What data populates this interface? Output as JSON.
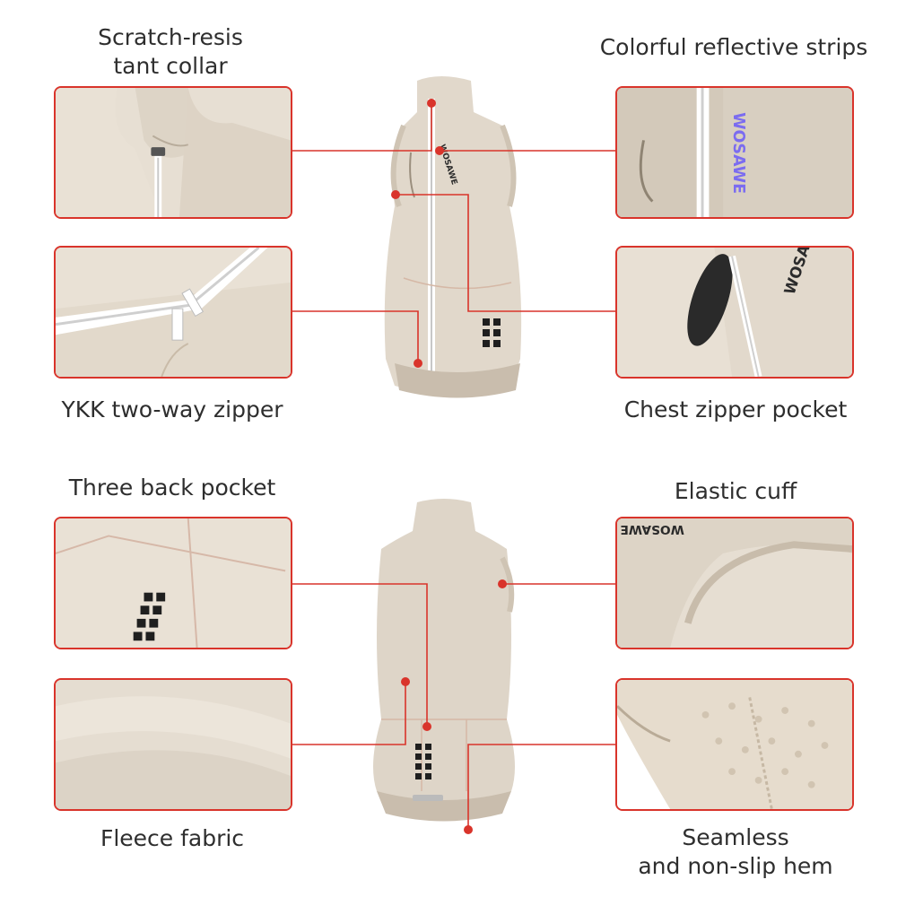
{
  "features": {
    "collar": "Scratch-resis\ntant collar",
    "reflective": "Colorful reflective strips",
    "zipper": "YKK two-way zipper",
    "chest_pocket": "Chest zipper pocket",
    "back_pocket": "Three back pocket",
    "cuff": "Elastic cuff",
    "fleece": "Fleece fabric",
    "hem": "Seamless\nand non-slip hem"
  },
  "brand": "WOSAWE",
  "colors": {
    "accent": "#d9342b",
    "fabric": "#e3dbcf",
    "fabric_shadow": "#cfc5b6"
  }
}
